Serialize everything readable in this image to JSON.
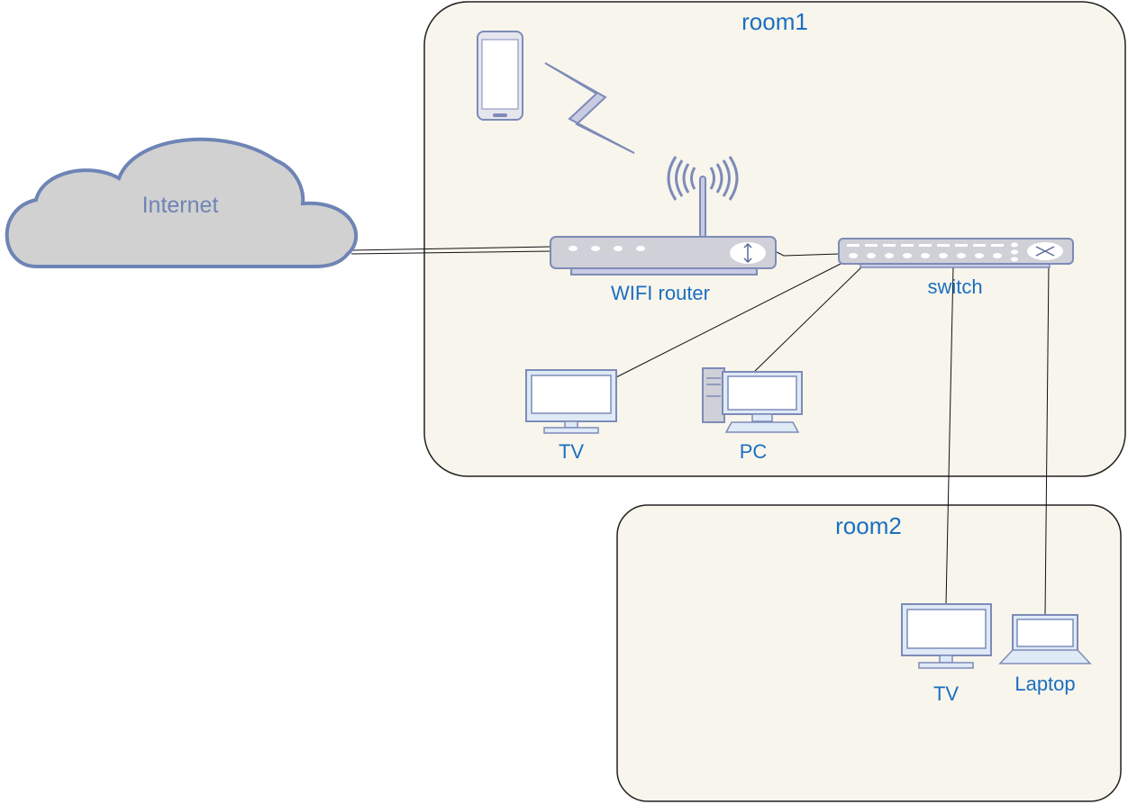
{
  "rooms": {
    "room1": {
      "label": "room1"
    },
    "room2": {
      "label": "room2"
    }
  },
  "cloud": {
    "label": "Internet"
  },
  "devices": {
    "router": {
      "label": "WIFI router"
    },
    "switch": {
      "label": "switch"
    },
    "tv_room1": {
      "label": "TV"
    },
    "pc": {
      "label": "PC"
    },
    "tv_room2": {
      "label": "TV"
    },
    "laptop": {
      "label": "Laptop"
    }
  },
  "colors": {
    "label": "#1a6fc0",
    "room_fill": "#f8f5ec",
    "device_stroke": "#7d8bb8",
    "cloud_fill": "#d1d1d1"
  }
}
